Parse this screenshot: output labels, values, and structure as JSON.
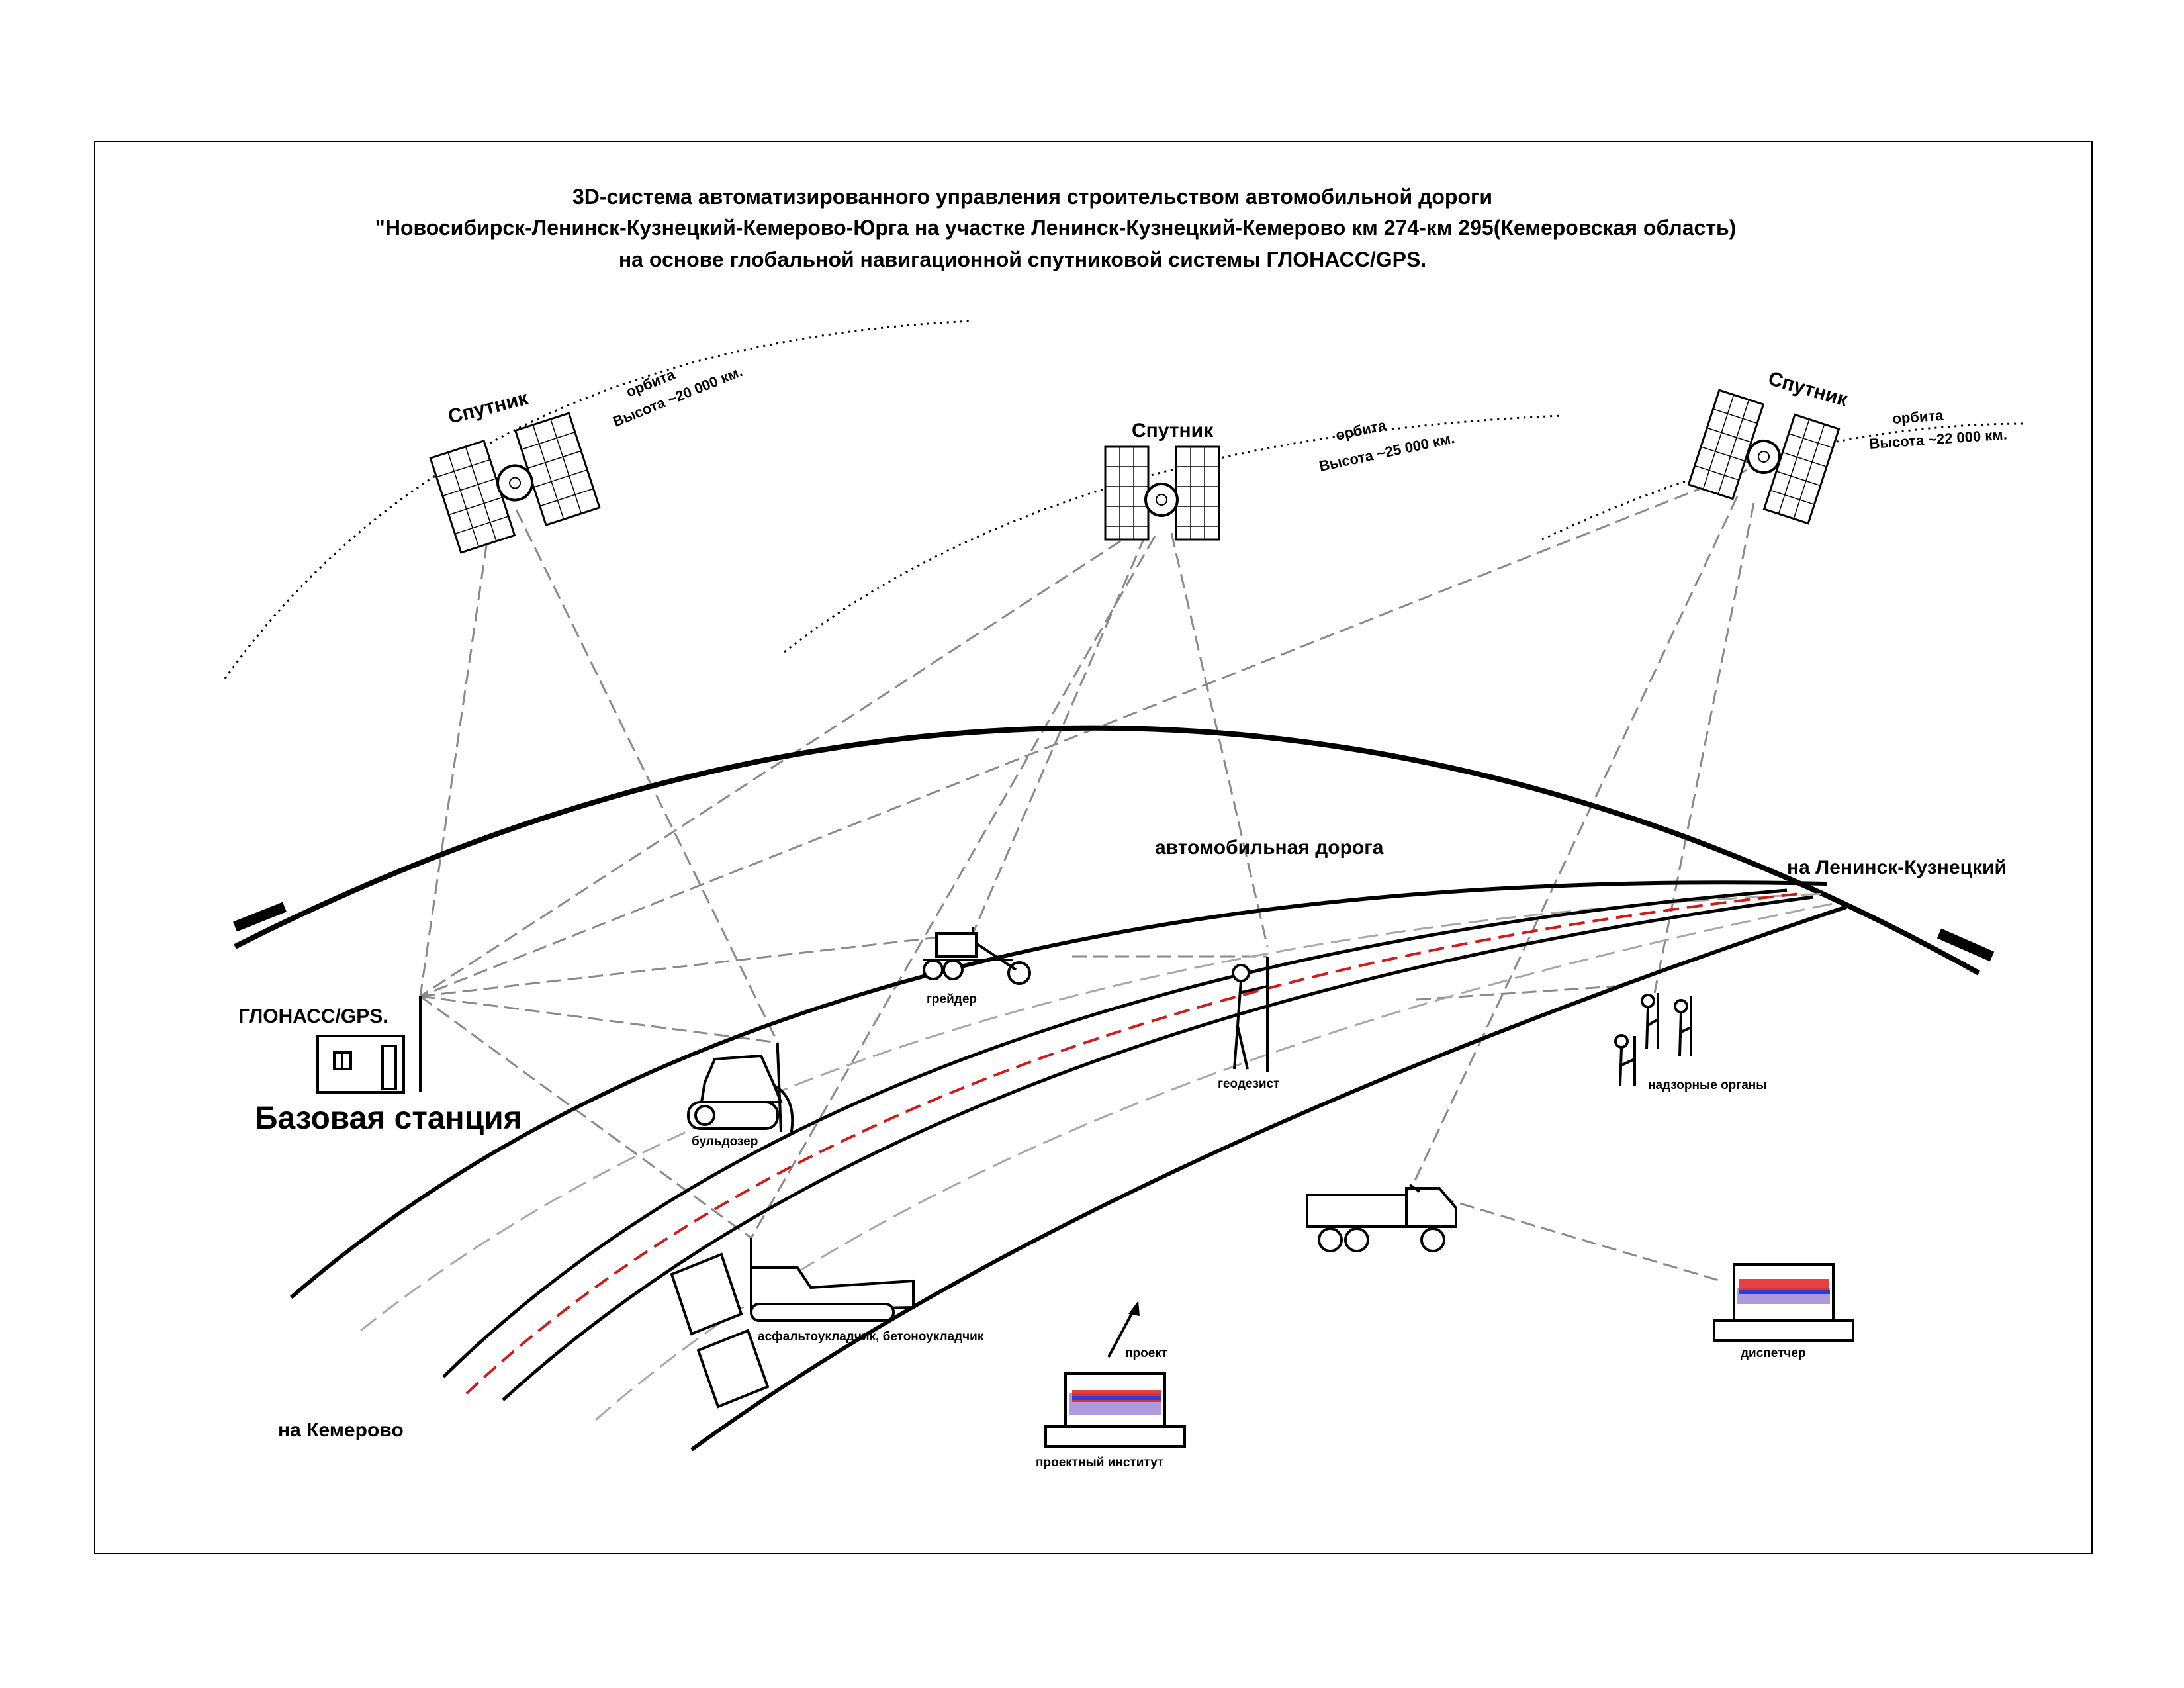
{
  "title": {
    "line1": "3D-система автоматизированного управления строительством автомобильной дороги",
    "line2": "\"Новосибирск-Ленинск-Кузнецкий-Кемерово-Юрга на участке Ленинск-Кузнецкий-Кемерово км 274-км 295(Кемеровская область)",
    "line3": "на основе глобальной навигационной спутниковой системы ГЛОНАСС/GPS."
  },
  "satellites": [
    {
      "label": "Спутник",
      "orbit_label": "орбита",
      "altitude": "Высота ~20 000 км."
    },
    {
      "label": "Спутник",
      "orbit_label": "орбита",
      "altitude": "Высота ~25 000 км."
    },
    {
      "label": "Спутник",
      "orbit_label": "орбита",
      "altitude": "Высота ~22 000 км."
    }
  ],
  "road": {
    "label": "автомобильная дорога",
    "to_north": "на Ленинск-Кузнецкий",
    "to_south": "на Кемерово"
  },
  "base_station": {
    "antenna_label": "ГЛОНАСС/GPS.",
    "label": "Базовая станция"
  },
  "machines": {
    "grader": "грейдер",
    "bulldozer": "бульдозер",
    "paver": "асфальтоукладчик, бетоноукладчик",
    "surveyor": "геодезист",
    "inspectors": "надзорные органы",
    "dispatcher": "диспетчер",
    "design_institute": "проектный институт",
    "project": "проект"
  },
  "colors": {
    "road_centerline": "#d11a1a",
    "signal_lines": "#8a8a8a",
    "screen_red": "#e02020",
    "screen_blue": "#2a3fd6",
    "screen_violet": "#8f6fd0"
  }
}
